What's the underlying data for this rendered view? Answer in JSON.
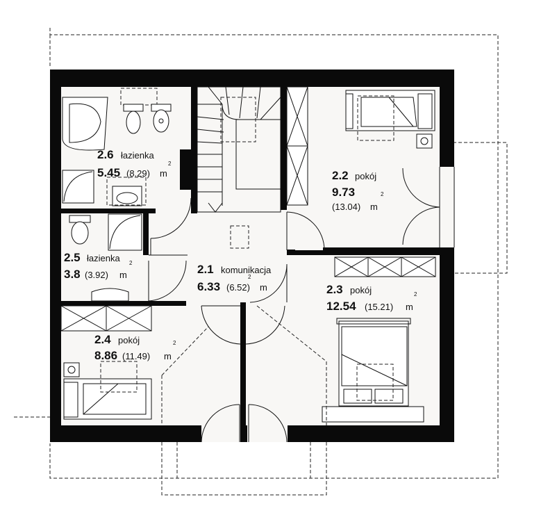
{
  "rooms": {
    "r26": {
      "num": "2.6",
      "name": "łazienka",
      "area": "5.45",
      "area_gross": "(8.29)",
      "unit": "m",
      "sup": "2"
    },
    "r22": {
      "num": "2.2",
      "name": "pokój",
      "area": "9.73",
      "area_gross": "(13.04)",
      "unit": "m",
      "sup": "2"
    },
    "r25": {
      "num": "2.5",
      "name": "łazienka",
      "area": "3.8",
      "area_gross": "(3.92)",
      "unit": "m",
      "sup": "2"
    },
    "r21": {
      "num": "2.1",
      "name": "komunikacja",
      "area": "6.33",
      "area_gross": "(6.52)",
      "unit": "m",
      "sup": "2"
    },
    "r23": {
      "num": "2.3",
      "name": "pokój",
      "area": "12.54",
      "area_gross": "(15.21)",
      "unit": "m",
      "sup": "2"
    },
    "r24": {
      "num": "2.4",
      "name": "pokój",
      "area": "8.86",
      "area_gross": "(11.49)",
      "unit": "m",
      "sup": "2"
    }
  },
  "colors": {
    "wall": "#0a0a0a",
    "floor": "#f8f7f5",
    "line": "#111111"
  }
}
